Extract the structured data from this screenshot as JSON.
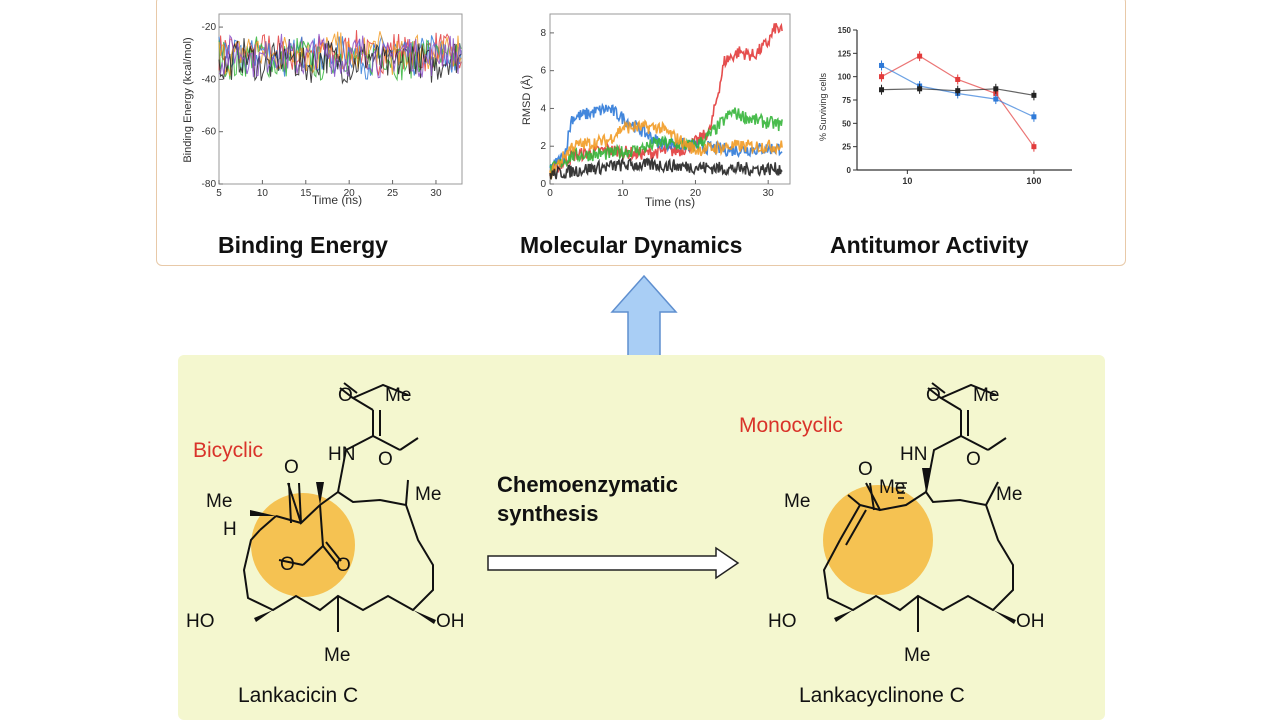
{
  "chart_data": [
    {
      "type": "line",
      "title": "Binding Energy",
      "xlabel": "Time (ns)",
      "ylabel": "Binding Energy (kcal/mol)",
      "xlim": [
        5,
        33
      ],
      "ylim": [
        -80,
        -15
      ],
      "x_ticks": [
        "5",
        "10",
        "15",
        "20",
        "25",
        "30"
      ],
      "y_ticks": [
        "-20",
        "-40",
        "-60",
        "-80"
      ],
      "series_colors": [
        "#e23b3b",
        "#2f7ad8",
        "#35b53a",
        "#f29b25",
        "#222222",
        "#8a4fc8"
      ],
      "series_center": [
        -30,
        -31,
        -32,
        -30,
        -33,
        -31
      ]
    },
    {
      "type": "line",
      "title": "Molecular Dynamics",
      "xlabel": "Time (ns)",
      "ylabel": "RMSD (Å)",
      "xlim": [
        0,
        33
      ],
      "ylim": [
        0,
        9
      ],
      "x_ticks": [
        "0",
        "10",
        "20",
        "30"
      ],
      "y_ticks": [
        "0",
        "2",
        "4",
        "6",
        "8"
      ],
      "series": [
        {
          "color": "#e23b3b",
          "x": [
            0,
            3,
            8,
            12,
            18,
            20,
            22,
            24,
            26,
            28,
            30,
            31,
            32
          ],
          "y": [
            0.6,
            1.5,
            1.8,
            1.6,
            1.8,
            2.2,
            2.8,
            6.5,
            7.0,
            6.8,
            7.5,
            8.3,
            8.0
          ]
        },
        {
          "color": "#2f7ad8",
          "x": [
            0,
            2,
            3,
            8,
            10,
            15,
            20,
            25,
            32
          ],
          "y": [
            0.8,
            1.5,
            3.5,
            4.0,
            3.5,
            2.2,
            2.0,
            1.8,
            1.9
          ]
        },
        {
          "color": "#35b53a",
          "x": [
            0,
            3,
            8,
            12,
            15,
            20,
            22,
            25,
            28,
            32
          ],
          "y": [
            0.7,
            1.5,
            1.6,
            1.8,
            2.2,
            2.0,
            2.6,
            3.8,
            3.4,
            3.1
          ]
        },
        {
          "color": "#f29b25",
          "x": [
            0,
            3,
            8,
            10,
            15,
            20,
            25,
            32
          ],
          "y": [
            0.5,
            2.0,
            2.3,
            3.0,
            3.0,
            1.8,
            2.0,
            2.0
          ]
        },
        {
          "color": "#222222",
          "x": [
            0,
            5,
            10,
            15,
            20,
            25,
            32
          ],
          "y": [
            0.5,
            0.8,
            1.0,
            1.0,
            0.9,
            0.8,
            0.8
          ]
        }
      ]
    },
    {
      "type": "scatter",
      "title": "Antitumor Activity",
      "xlabel": "",
      "ylabel": "% Surviving cells",
      "xscale": "log",
      "xlim": [
        4,
        200
      ],
      "ylim": [
        0,
        150
      ],
      "x_ticks": [
        "10",
        "100"
      ],
      "y_ticks": [
        "150",
        "125",
        "100",
        "75",
        "50",
        "25",
        "0"
      ],
      "x": [
        6.25,
        12.5,
        25,
        50,
        100
      ],
      "series": [
        {
          "color": "#e23b3b",
          "values": [
            100,
            122,
            97,
            82,
            25
          ]
        },
        {
          "color": "#2f7ad8",
          "values": [
            112,
            90,
            82,
            76,
            57
          ]
        },
        {
          "color": "#222222",
          "values": [
            86,
            87,
            85,
            87,
            80
          ]
        }
      ]
    }
  ],
  "labels": {
    "panel1": "Binding Energy",
    "panel2": "Molecular Dynamics",
    "panel3": "Antitumor Activity",
    "bicyclic": "Bicyclic",
    "monocyclic": "Monocyclic",
    "reaction_line1": "Chemoenzymatic",
    "reaction_line2": "synthesis",
    "compound1": "Lankacicin C",
    "compound2": "Lankacyclinone C"
  },
  "structure_labels": {
    "O": "O",
    "Me": "Me",
    "HN": "HN",
    "H": "H",
    "HO": "HO",
    "OH": "OH"
  },
  "colors": {
    "panel_border": "#e8c9a8",
    "bottom_bg": "#f4f7cf",
    "highlight": "#f5b93c",
    "arrow_fill": "#a9cef5",
    "arrow_stroke": "#5f8fcf",
    "accent_red": "#d9332a"
  }
}
